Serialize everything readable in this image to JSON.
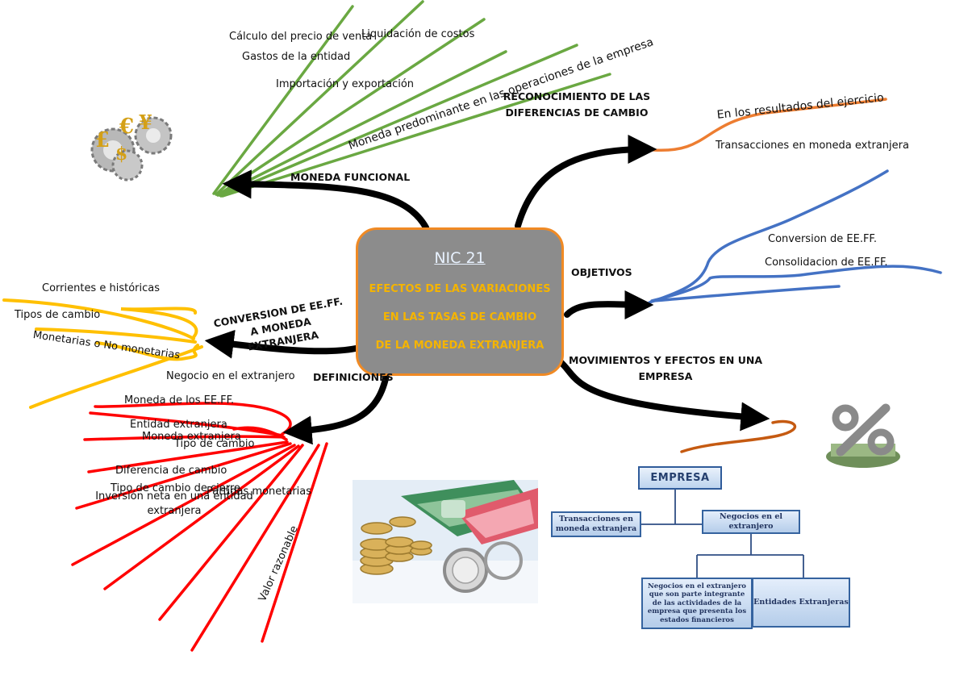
{
  "center": {
    "title": "NIC 21",
    "lines": [
      "EFECTOS DE LAS VARIACIONES",
      "EN LAS TASAS DE CAMBIO",
      "DE LA MONEDA EXTRANJERA"
    ]
  },
  "branches": {
    "moneda_funcional": "MONEDA FUNCIONAL",
    "reconocimiento": "RECONOCIMIENTO DE LAS DIFERENCIAS DE CAMBIO",
    "objetivos": "OBJETIVOS",
    "movimientos": "MOVIMIENTOS Y EFECTOS EN UNA EMPRESA",
    "definiciones": "DEFINICIONES",
    "conversion": "CONVERSION DE EE.FF. A MONEDA EXTRANJERA"
  },
  "green_items": [
    "Cálculo del precio de venta",
    "Liquidación de costos",
    "Gastos de la entidad",
    "Importación y exportación",
    "Moneda predominante en las operaciones de la empresa"
  ],
  "orange_items": [
    "En los resultados del ejercicio",
    "Transacciones en moneda extranjera"
  ],
  "blue_items": [
    "Conversion de EE.FF.",
    "Consolidacion de EE.FF."
  ],
  "yellow_items": [
    "Corrientes e históricas",
    "Tipos de cambio",
    "Monetarias o No monetarias"
  ],
  "red_items": [
    "Negocio en el extranjero",
    "Moneda de los EE.FF.",
    "Entidad extranjera",
    "Moneda extranjera",
    "Tipo de cambio",
    "Diferencia de cambio",
    "Tipo de cambio de cierre",
    "Partidas monetarias",
    "Inversión neta en una entidad extranjera",
    "Valor razonable"
  ],
  "org_chart": {
    "root": "EMPRESA",
    "level1": [
      "Transacciones en moneda extranjera",
      "Negocios en el extranjero"
    ],
    "level2": [
      "Negocios en el extranjero que son parte integrante de las actividades de la empresa que presenta los estados financieros",
      "Entidades Extranjeras"
    ]
  },
  "colors": {
    "green": "#6aa842",
    "orange": "#ed7d31",
    "blue": "#4472c4",
    "yellow": "#ffc000",
    "red": "#ff0000",
    "box_fill": "#8c8c8c",
    "box_border": "#f08a24",
    "box_text": "#f5b400"
  },
  "icons": {
    "top_left": "currency-gears-icon",
    "right": "percent-money-icon",
    "photo": "coins-banknotes-compass-image"
  }
}
